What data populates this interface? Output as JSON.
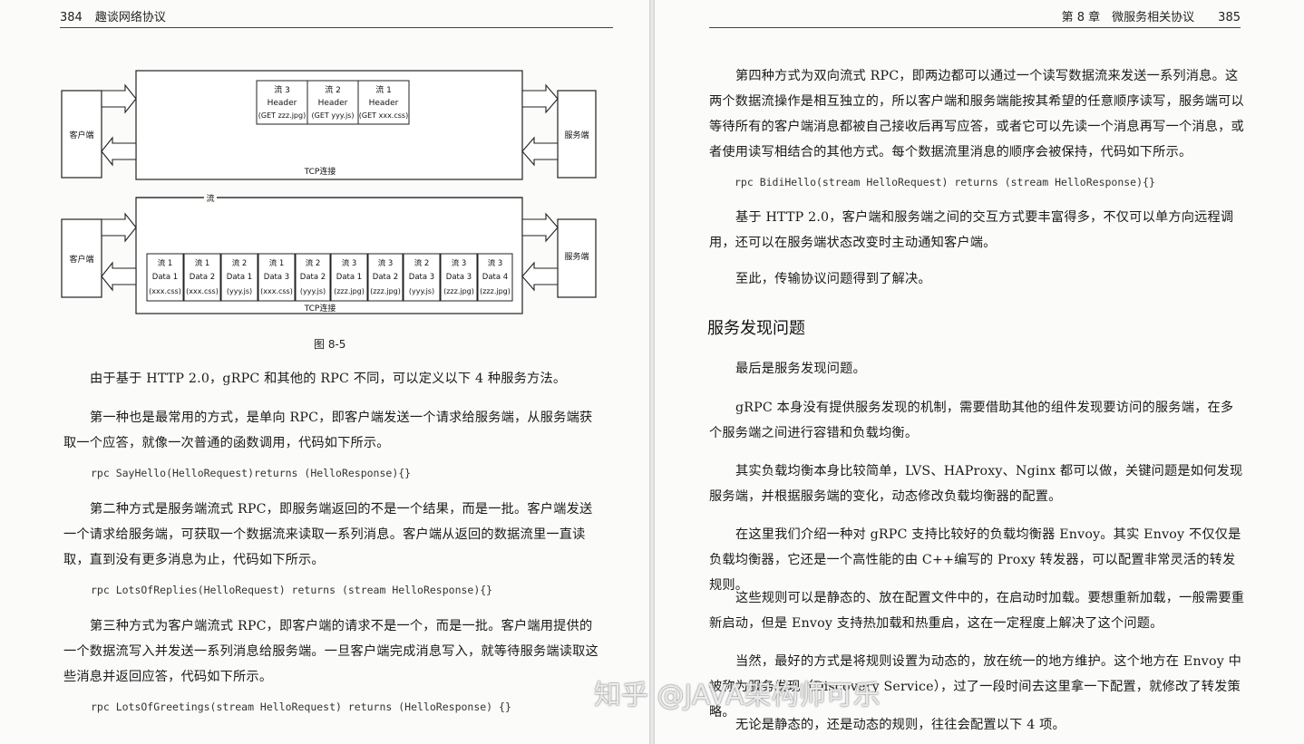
{
  "left_page": {
    "header_page_number": "384",
    "header_book_title": "趣谈网络协议",
    "figure": {
      "caption": "图 8-5",
      "client_label": "客户端",
      "server_label": "服务端",
      "tcp_label": "TCP连接",
      "stream_label": "流",
      "top_frames": [
        {
          "line1": "流 3",
          "line2": "Header",
          "line3": "(GET zzz.jpg)"
        },
        {
          "line1": "流 2",
          "line2": "Header",
          "line3": "(GET yyy.js)"
        },
        {
          "line1": "流 1",
          "line2": "Header",
          "line3": "(GET xxx.css)"
        }
      ],
      "bottom_frames": [
        {
          "line1": "流 1",
          "line2": "Data 1",
          "line3": "(xxx.css)"
        },
        {
          "line1": "流 1",
          "line2": "Data 2",
          "line3": "(xxx.css)"
        },
        {
          "line1": "流 2",
          "line2": "Data 1",
          "line3": "(yyy.js)"
        },
        {
          "line1": "流 1",
          "line2": "Data 3",
          "line3": "(xxx.css)"
        },
        {
          "line1": "流 2",
          "line2": "Data 2",
          "line3": "(yyy.js)"
        },
        {
          "line1": "流 3",
          "line2": "Data 1",
          "line3": "(zzz.jpg)"
        },
        {
          "line1": "流 3",
          "line2": "Data 2",
          "line3": "(zzz.jpg)"
        },
        {
          "line1": "流 2",
          "line2": "Data 3",
          "line3": "(yyy.js)"
        },
        {
          "line1": "流 3",
          "line2": "Data 3",
          "line3": "(zzz.jpg)"
        },
        {
          "line1": "流 3",
          "line2": "Data 4",
          "line3": "(zzz.jpg)"
        }
      ]
    },
    "para_intro": "由于基于 HTTP 2.0，gRPC 和其他的 RPC 不同，可以定义以下 4 种服务方法。",
    "para_first": "第一种也是最常用的方式，是单向 RPC，即客户端发送一个请求给服务端，从服务端获取一个应答，就像一次普通的函数调用，代码如下所示。",
    "code_first": "rpc SayHello(HelloRequest)returns (HelloResponse){}",
    "para_second": "第二种方式是服务端流式 RPC，即服务端返回的不是一个结果，而是一批。客户端发送一个请求给服务端，可获取一个数据流来读取一系列消息。客户端从返回的数据流里一直读取，直到没有更多消息为止，代码如下所示。",
    "code_second": "rpc LotsOfReplies(HelloRequest) returns (stream HelloResponse){}",
    "para_third": "第三种方式为客户端流式 RPC，即客户端的请求不是一个，而是一批。客户端用提供的一个数据流写入并发送一系列消息给服务端。一旦客户端完成消息写入，就等待服务端读取这些消息并返回应答，代码如下所示。",
    "code_third": "rpc LotsOfGreetings(stream HelloRequest) returns (HelloResponse) {}"
  },
  "right_page": {
    "header_chapter": "第 8 章　微服务相关协议",
    "header_page_number": "385",
    "para_fourth": "第四种方式为双向流式 RPC，即两边都可以通过一个读写数据流来发送一系列消息。这两个数据流操作是相互独立的，所以客户端和服务端能按其希望的任意顺序读写，服务端可以等待所有的客户端消息都被自己接收后再写应答，或者它可以先读一个消息再写一个消息，或者使用读写相结合的其他方式。每个数据流里消息的顺序会被保持，代码如下所示。",
    "code_fourth": "rpc BidiHello(stream HelloRequest) returns (stream HelloResponse){}",
    "para_http2": "基于 HTTP 2.0，客户端和服务端之间的交互方式要丰富得多，不仅可以单方向远程调用，还可以在服务端状态改变时主动通知客户端。",
    "para_solved": "至此，传输协议问题得到了解决。",
    "section_title": "服务发现问题",
    "para_last": "最后是服务发现问题。",
    "para_grpc": "gRPC 本身没有提供服务发现的机制，需要借助其他的组件发现要访问的服务端，在多个服务端之间进行容错和负载均衡。",
    "para_lb": "其实负载均衡本身比较简单，LVS、HAProxy、Nginx 都可以做，关键问题是如何发现服务端，并根据服务端的变化，动态修改负载均衡器的配置。",
    "para_envoy": "在这里我们介绍一种对 gRPC 支持比较好的负载均衡器 Envoy。其实 Envoy 不仅仅是负载均衡器，它还是一个高性能的由 C++编写的 Proxy 转发器，可以配置非常灵活的转发规则。",
    "para_rules": "这些规则可以是静态的、放在配置文件中的，在启动时加载。要想重新加载，一般需要重新启动，但是 Envoy 支持热加载和热重启，这在一定程度上解决了这个问题。",
    "para_dynamic": "当然，最好的方式是将规则设置为动态的，放在统一的地方维护。这个地方在 Envoy 中被称为服务发现（Discovery Service），过了一段时间去这里拿一下配置，就修改了转发策略。",
    "para_items": "无论是静态的，还是动态的规则，往往会配置以下 4 项。",
    "watermark": "知乎 @JAVA架构师可乐"
  }
}
